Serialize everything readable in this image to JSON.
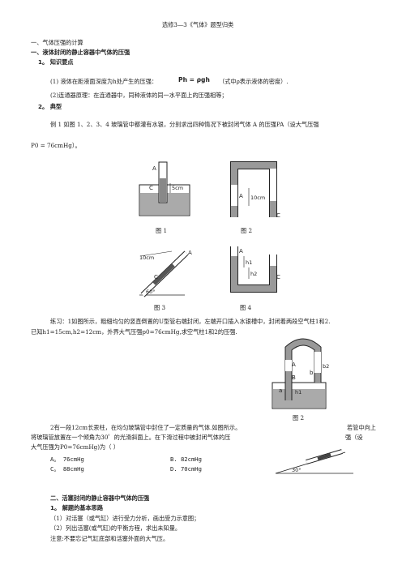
{
  "doc_title": "选修3—3《气体》题型归类",
  "section1_title": "一、气体压强的计算",
  "sub1_title": "一、液体封闭的静止容器中气体的压强",
  "knowledge_head": "1。 知识要点",
  "knowledge_1_pre": "(1) 液体在距液面深度为h处产生的压强：",
  "knowledge_1_formula": "Ph = ρgh",
  "knowledge_1_post": "（式中ρ表示液体的密度）.",
  "knowledge_2": "(2)连通器原理：在连通器中，同种液体的同一水平面上的压强相等；",
  "typical_head": "2。 典型",
  "example_1": "例 1  如图 1、2、3、4 玻璃管中都灌有水银，分别求出四种情况下被封闭气体 A 的压强PA（设大气压强",
  "example_1b": "P0 = 76cmHg）。",
  "fig1_caption": "图 1",
  "fig2_caption": "图 2",
  "fig3_caption": "图 3",
  "fig4_caption": "图 4",
  "fig1_label_len": "5cm",
  "fig2_label_len": "10cm",
  "fig3_label_len": "10cm",
  "fig3_angle": "60°",
  "fig4_h1": "h1",
  "fig4_h2": "h2",
  "label_A": "A",
  "label_B": "B",
  "label_C": "C",
  "label_a": "a",
  "label_b": "b",
  "practice1_a": "练习：1如图所示，粗细均匀的竖直倒置的U型管右端封闭，左端开口插入水银槽中，封闭着两段空气柱1和2.",
  "practice1_b": "已知h1=15cm,h2=12cm，外界大气压强p0=76cmHg,求空气柱1和2的压强.",
  "pfig_caption": "图 2",
  "pfig_h1": "h1",
  "pfig_h2": "b2",
  "practice2_a": "2有一段12cm长汞柱，在均匀玻璃管中封住了一定质量的气体.如图所示。",
  "practice2_a2": "若管中向上",
  "practice2_b": "将玻璃管放置在一个倾角为30゜的光滑斜面上。在下滑过程中被封闭气体的压",
  "practice2_b2": "强（设",
  "practice2_c": "大气压强为P0=76cmHg)为（      ）",
  "optA": "A。 76cmHg",
  "optB": "B. 82cmHg",
  "optC": "C。 88cmHg",
  "optD": "D. 70cmHg",
  "incline_angle": "30°",
  "sub2_title": "二、活塞封闭的静止容器中气体的压强",
  "idea_head": "1。 解题的基本思路",
  "idea_1": "（1）对活塞（或气缸）进行受力分析，画出受力示意图；",
  "idea_2": "（2）列出活塞(或气缸)的平衡方程，求出未知量。",
  "idea_note": "注意:不要忘记气缸底部和活塞外面的大气压。"
}
